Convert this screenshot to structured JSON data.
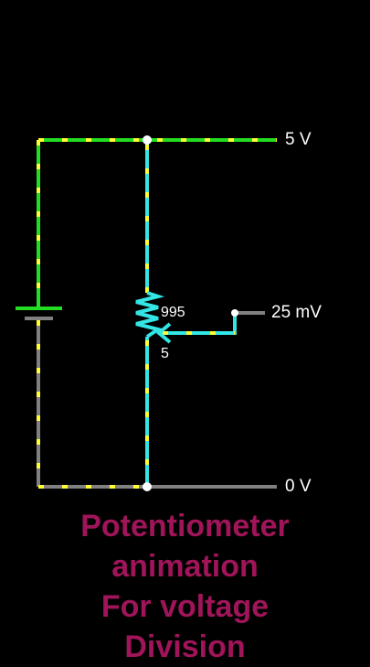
{
  "labels": {
    "top_rail": "5 V",
    "bottom_rail": "0 V",
    "wiper_output": "25 mV",
    "pot_upper_value": "995",
    "pot_lower_value": "5"
  },
  "caption": {
    "line1": "Potentiometer",
    "line2": "animation",
    "line3": "For voltage",
    "line4": "Division"
  },
  "colors": {
    "background": "#000000",
    "high_wire": "#22dd22",
    "low_wire": "#808080",
    "current_wire": "#33e5e5",
    "current_dots": "#ffff33",
    "caption": "#a0145a",
    "text": "#ffffff"
  },
  "icons": {
    "battery": "battery-icon",
    "potentiometer": "potentiometer-icon"
  }
}
